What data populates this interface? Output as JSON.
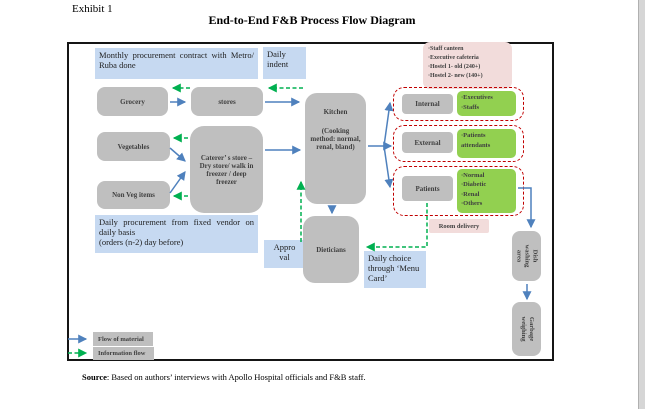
{
  "page": {
    "exhibit_label": "Exhibit 1",
    "title": "End-to-End F&B Process Flow Diagram",
    "source_label": "Source",
    "source_text": ": Based on authors’ interviews with Apollo Hospital officials and F&B staff."
  },
  "notes": {
    "monthly": "Monthly procurement contract with Metro/ Ruba done",
    "daily_indent": "Daily indent",
    "daily_procurement_line1": "Daily procurement from fixed vendor on daily basis",
    "daily_procurement_line2": "(orders (n-2) day before)",
    "approval": "Approval",
    "daily_choice": "Daily choice through ‘Menu Card’"
  },
  "canteen": {
    "items": [
      "·Staff canteen",
      "·Executive cafeteria",
      "·Hostel 1- old (240+)",
      "·Hostel 2- new (140+)"
    ]
  },
  "process": {
    "grocery": "Grocery",
    "stores": "stores",
    "vegetables": "Vegetables",
    "nonveg": "Non Veg items",
    "caterers": "Caterer’ s store – Dry store/ walk in freezer / deep freezer",
    "kitchen_title": "Kitchen",
    "kitchen_sub": "(Cooking method: normal, renal, bland)",
    "dieticians": "Dieticians",
    "room_delivery": "Room delivery",
    "dish_washing": "Dish washing area",
    "garbage": "Garbage weighing"
  },
  "consumers": {
    "internal": {
      "label": "Internal",
      "items": [
        "·Executives",
        "·Staffs"
      ]
    },
    "external": {
      "label": "External",
      "items": [
        "·Patients attendants"
      ]
    },
    "patients": {
      "label": "Patients",
      "items": [
        "·Normal",
        "·Diabetic",
        "·Renal",
        "·Others"
      ]
    }
  },
  "legend": {
    "material": "Flow of material",
    "information": "Information flow"
  },
  "colors": {
    "material_flow": "#4f81bd",
    "information_flow": "#00b050",
    "box_gray": "#bfbfbf",
    "note_blue": "#c6d9f1",
    "green": "#92d050",
    "pink": "#f2dcdb",
    "dashed_red": "#c00000"
  }
}
